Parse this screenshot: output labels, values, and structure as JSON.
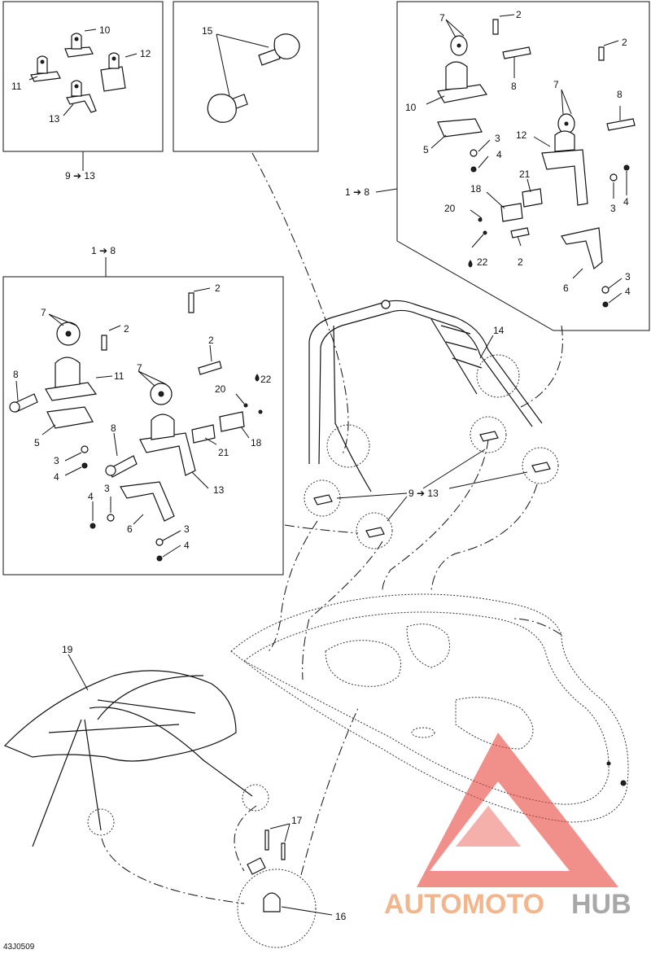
{
  "panels": {
    "top_left": {
      "callouts": [
        "10",
        "11",
        "12",
        "13"
      ],
      "range_label": "9 ➔ 13"
    },
    "top_center": {
      "callouts": [
        "15"
      ]
    },
    "top_right": {
      "callouts": [
        "7",
        "2",
        "2",
        "8",
        "10",
        "7",
        "8",
        "12",
        "3",
        "5",
        "4",
        "21",
        "18",
        "20",
        "3",
        "4",
        "2",
        "22",
        "3",
        "6",
        "4"
      ],
      "range_label": "1 ➔ 8"
    },
    "middle_left": {
      "callouts": [
        "2",
        "7",
        "2",
        "11",
        "8",
        "2",
        "7",
        "22",
        "20",
        "5",
        "8",
        "18",
        "21",
        "3",
        "4",
        "13",
        "3",
        "4",
        "6",
        "3",
        "4"
      ],
      "range_label": "1 ➔ 8"
    }
  },
  "assembly": {
    "tower_label": "14",
    "clip_range_label": "9 ➔ 13",
    "bimini_label": "19",
    "screws_label": "17",
    "base_label": "16"
  },
  "figure_code": "43J0509",
  "watermark": {
    "part1": "AUTOMOTO",
    "part2": "HUB",
    "color_red": "#e8463c",
    "color_orange": "#f0a978",
    "color_gray": "#9a9a9a"
  }
}
